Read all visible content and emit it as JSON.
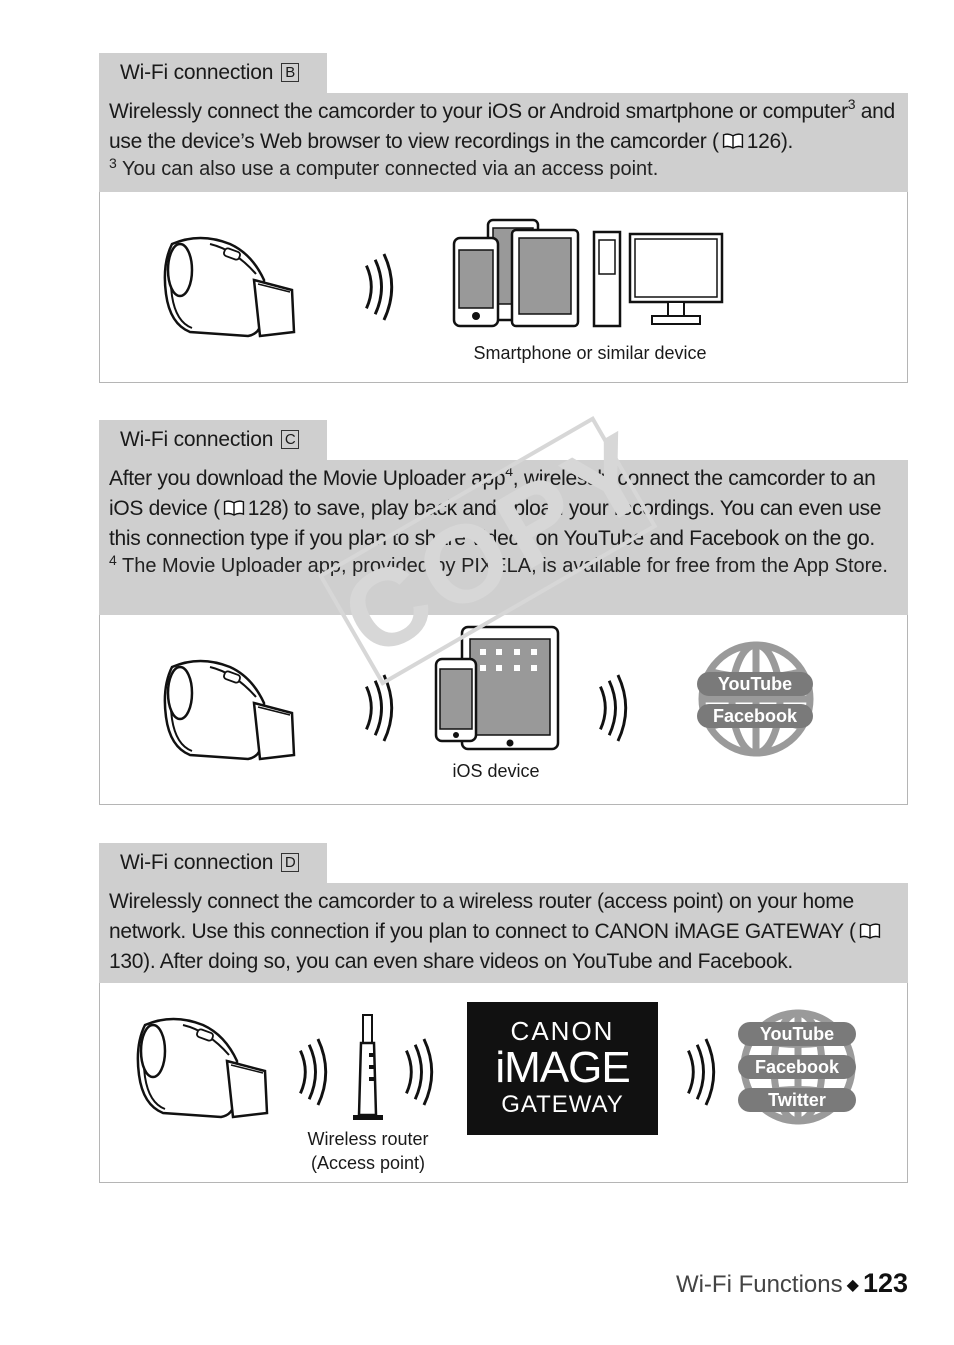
{
  "sections": [
    {
      "tab_label": "Wi-Fi connection",
      "tab_letter": "B",
      "text_a": "Wirelessly connect the camcorder to your iOS or Android smartphone or computer",
      "sup_a": "3",
      "text_b": " and use the device’s Web browser to view recordings in the camcorder (",
      "page_ref": "126",
      "text_c": ").",
      "note_num": "3",
      "note_text": " You can also use a computer connected via an access point.",
      "caption": "Smartphone or similar device"
    },
    {
      "tab_label": "Wi-Fi connection",
      "tab_letter": "C",
      "text_a": "After you download the Movie Uploader app",
      "sup_a": "4",
      "text_b": ", wirelessly connect the camcorder to an iOS device (",
      "page_ref": "128",
      "text_c": ") to save, play back and upload your recordings. You can even use this connection type if you plan to share videos on YouTube and Facebook on the go.",
      "note_num": "4",
      "note_text": " The Movie Uploader app, provided by PIXELA, is available for free from the App Store.",
      "caption": "iOS device",
      "globe_labels": [
        "YouTube",
        "Facebook"
      ]
    },
    {
      "tab_label": "Wi-Fi connection",
      "tab_letter": "D",
      "text_a": "Wirelessly connect the camcorder to a wireless router (access point) on your home network. Use this connection if you plan to connect to CANON iMAGE GATEWAY (",
      "page_ref": "130",
      "text_c": "). After doing so, you can even share videos on YouTube and Facebook.",
      "caption_line1": "Wireless router",
      "caption_line2": "(Access point)",
      "gateway_line1": "CANON",
      "gateway_line2": "iMAGE",
      "gateway_line3": "GATEWAY",
      "globe_labels": [
        "YouTube",
        "Facebook",
        "Twitter"
      ]
    }
  ],
  "watermark_text": "COPY",
  "footer": {
    "title": "Wi-Fi Functions",
    "page": "123"
  }
}
